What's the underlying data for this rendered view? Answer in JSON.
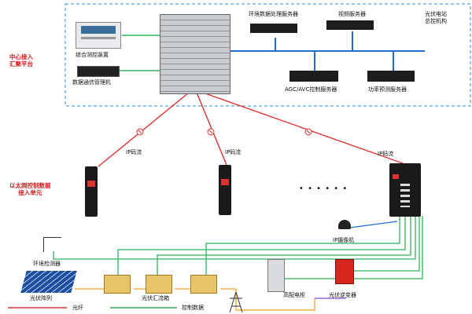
{
  "center": {
    "title": "中心接入\n汇聚平台",
    "comprehensive_device": "综合测控装置",
    "comm_manager": "数据通信管理机",
    "env_server": "环境数据处理服务器",
    "video_server": "视频服务器",
    "pv_station": "光伏电站\n总控机构",
    "agc_server": "AGC/AVC控制服务器",
    "power_forecast": "功率预测服务器"
  },
  "network": {
    "ip_stream_label": "IP码流",
    "ethernet_unit": "以太网控制数据\n接入单元",
    "ellipsis": "• • • • • •",
    "ip_camera": "IP摄像机"
  },
  "field": {
    "env_monitor": "环境检测器",
    "pv_array": "光伏阵列",
    "combiner_box": "光伏汇流箱",
    "distribution_cabinet": "高配电柜",
    "inverter": "光伏逆变器"
  },
  "legend": {
    "fiber": "光纤",
    "control_data": "控制数据"
  },
  "colors": {
    "fiber": "#e23030",
    "control": "#2eb25a",
    "bus": "#1e6fd0",
    "dashed_border": "#5aa0d8",
    "label_red": "#d21f1f"
  }
}
